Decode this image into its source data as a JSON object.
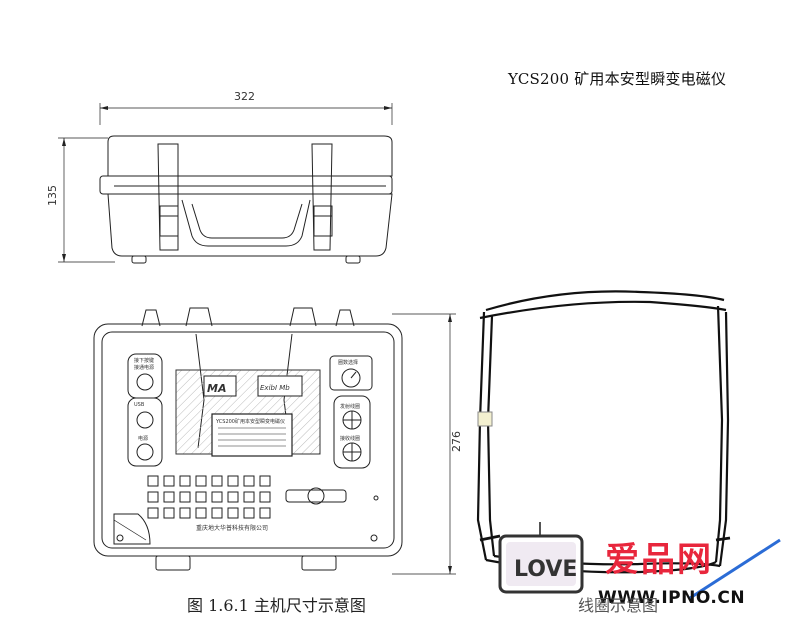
{
  "title": "YCS200 矿用本安型瞬变电磁仪",
  "dimensions": {
    "width_label": "322",
    "height_top_label": "135",
    "height_front_label": "276"
  },
  "panel": {
    "logo": "MA",
    "logo2": "ExibI Mb",
    "plate_text": "YCS200矿用本安型瞬变电磁仪",
    "company": "重庆地大华普科技有限公司",
    "left_label_1": "接下按键",
    "left_label_2": "接通电源",
    "left_label_3": "USB",
    "left_label_4": "电源",
    "right_label_1": "圈数选择",
    "right_label_2": "发射线圈",
    "right_label_3": "接收线圈"
  },
  "captions": {
    "left": "图 1.6.1  主机尺寸示意图",
    "right_partial": "线圈示意图"
  },
  "watermark": {
    "chinese": "爱品网",
    "url": "WWW.IPNO.CN",
    "badge": "LOVE"
  }
}
